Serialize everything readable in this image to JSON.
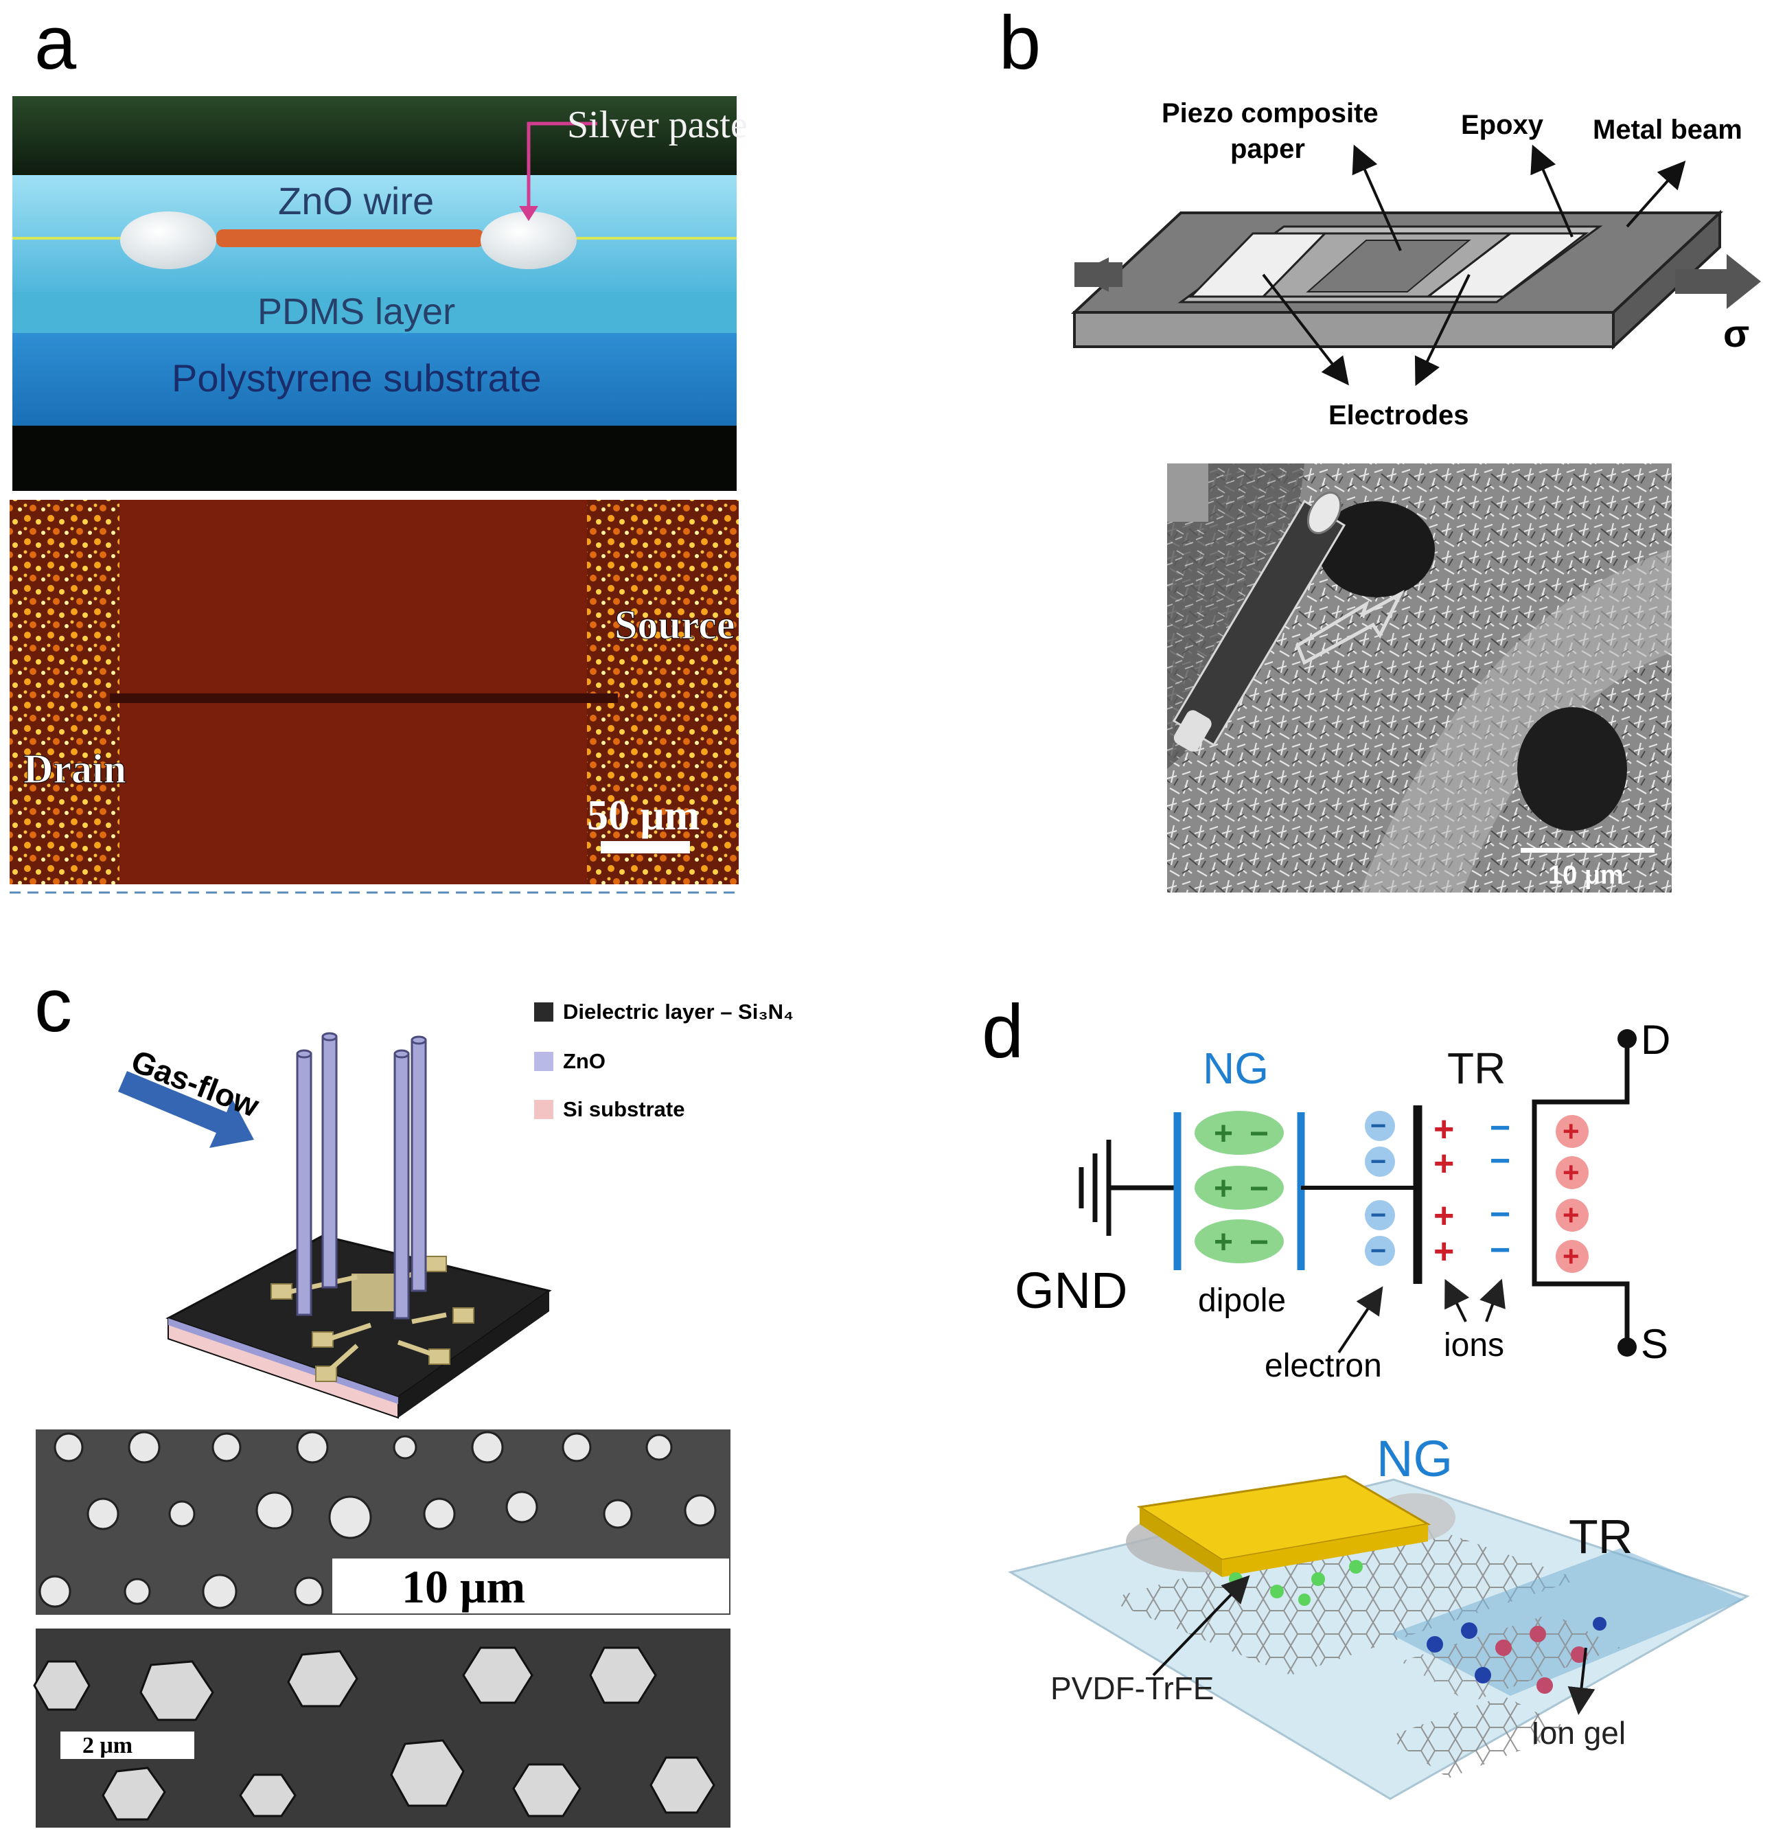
{
  "panels": {
    "a": {
      "letter": "a",
      "labels": {
        "silver_paste": "Silver paste",
        "zno_wire": "ZnO wire",
        "pdms_layer": "PDMS layer",
        "substrate": "Polystyrene substrate",
        "source": "Source",
        "drain": "Drain",
        "scale": "50 μm"
      }
    },
    "b": {
      "letter": "b",
      "labels": {
        "piezo_line1": "Piezo composite",
        "piezo_line2": "paper",
        "epoxy": "Epoxy",
        "metal_beam": "Metal beam",
        "electrodes": "Electrodes",
        "sigma": "σ",
        "scale": "10 μm"
      }
    },
    "c": {
      "letter": "c",
      "labels": {
        "gas_flow": "Gas-flow",
        "scale_top": "10 μm",
        "scale_bottom": "2 μm"
      },
      "legend": [
        {
          "label": "Dielectric layer – Si₃N₄",
          "color": "#2a2a2a"
        },
        {
          "label": "ZnO",
          "color": "#b9b9e8"
        },
        {
          "label": "Si substrate",
          "color": "#f3c2c2"
        }
      ]
    },
    "d": {
      "letter": "d",
      "labels": {
        "ng": "NG",
        "tr": "TR",
        "d": "D",
        "s": "S",
        "gnd": "GND",
        "dipole": "dipole",
        "electron": "electron",
        "ions": "ions",
        "ng2": "NG",
        "tr2": "TR",
        "pvdf": "PVDF-TrFE",
        "ion_gel": "Ion gel"
      },
      "colors": {
        "ng_blue": "#1f7fd0",
        "plus_red": "#cc1f2a",
        "dipole_green": "#5fbf5f"
      }
    }
  }
}
